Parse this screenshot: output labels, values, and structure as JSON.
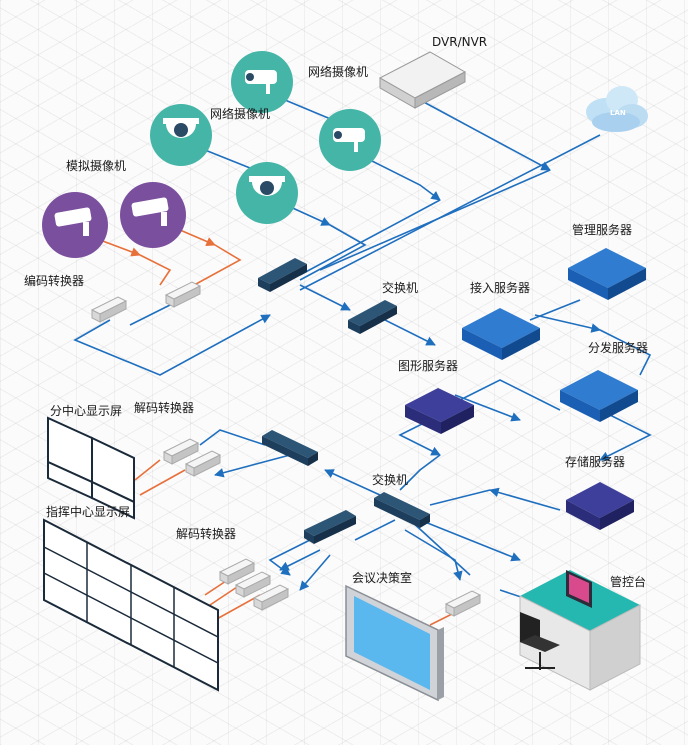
{
  "labels": {
    "dvr": "DVR/NVR",
    "lan": "LAN",
    "network_camera_top": "网络摄像机",
    "network_camera_mid": "网络摄像机",
    "analog_camera": "模拟摄像机",
    "encoder": "编码转换器",
    "switch_top": "交换机",
    "access_server": "接入服务器",
    "manage_server": "管理服务器",
    "graphic_server": "图形服务器",
    "distribute_server": "分发服务器",
    "storage_server": "存储服务器",
    "switch_bottom": "交换机",
    "sub_center_screen": "分中心显示屏",
    "decoder_top": "解码转换器",
    "command_center_screen": "指挥中心显示屏",
    "decoder_bottom": "解码转换器",
    "meeting_room": "会议决策室",
    "console": "管控台"
  },
  "colors": {
    "blue_line": "#1f6fbf",
    "orange_line": "#e8703a",
    "teal_camera": "#45b5a8",
    "purple_camera": "#7a4f9e",
    "server_blue": "#1a5fb4",
    "server_navy": "#2b2d7a",
    "switch_dark": "#1d3e5c"
  }
}
